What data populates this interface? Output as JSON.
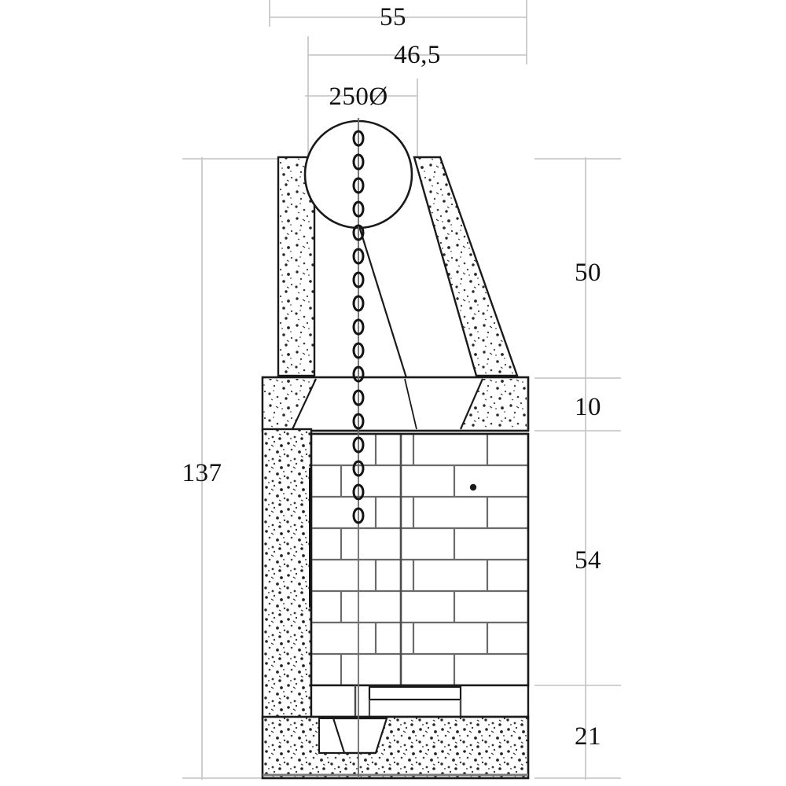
{
  "drawing": {
    "type": "technical-section-drawing",
    "subject": "masonry-fireplace-chimney-cross-section",
    "units_note": "",
    "background_color": "#ffffff",
    "line_color": "#1a1a1a",
    "dimension_line_color": "#b8b8b8",
    "hatch_style": "concrete-stipple",
    "brick_style": "running-bond"
  },
  "dimensions": {
    "top": [
      {
        "id": "overall-width",
        "label": "55"
      },
      {
        "id": "inner-width",
        "label": "46,5"
      },
      {
        "id": "flue-diameter",
        "label": "250Ø"
      }
    ],
    "left": [
      {
        "id": "overall-height",
        "label": "137"
      }
    ],
    "right": [
      {
        "id": "upper-stack-height",
        "label": "50"
      },
      {
        "id": "lintel-band-height",
        "label": "10"
      },
      {
        "id": "firebox-height",
        "label": "54"
      },
      {
        "id": "base-height",
        "label": "21"
      }
    ]
  },
  "components": {
    "flue_pipe": {
      "name": "flue-pipe-circle",
      "label": "250Ø"
    },
    "centerline": {
      "name": "chain-centerline"
    },
    "left_wall": {
      "name": "left-wall-concrete"
    },
    "right_wall": {
      "name": "right-wall-sloped-concrete"
    },
    "lintel_band": {
      "name": "concrete-lintel-band"
    },
    "firebox": {
      "name": "firebox-brick-lining"
    },
    "black_bar": {
      "name": "steel-insert-bar"
    },
    "hearth": {
      "name": "hearth-slab"
    },
    "foundation": {
      "name": "foundation-concrete-base"
    },
    "ash_pit": {
      "name": "ash-pit-opening"
    },
    "marker_dot": {
      "name": "reference-point-dot"
    }
  }
}
